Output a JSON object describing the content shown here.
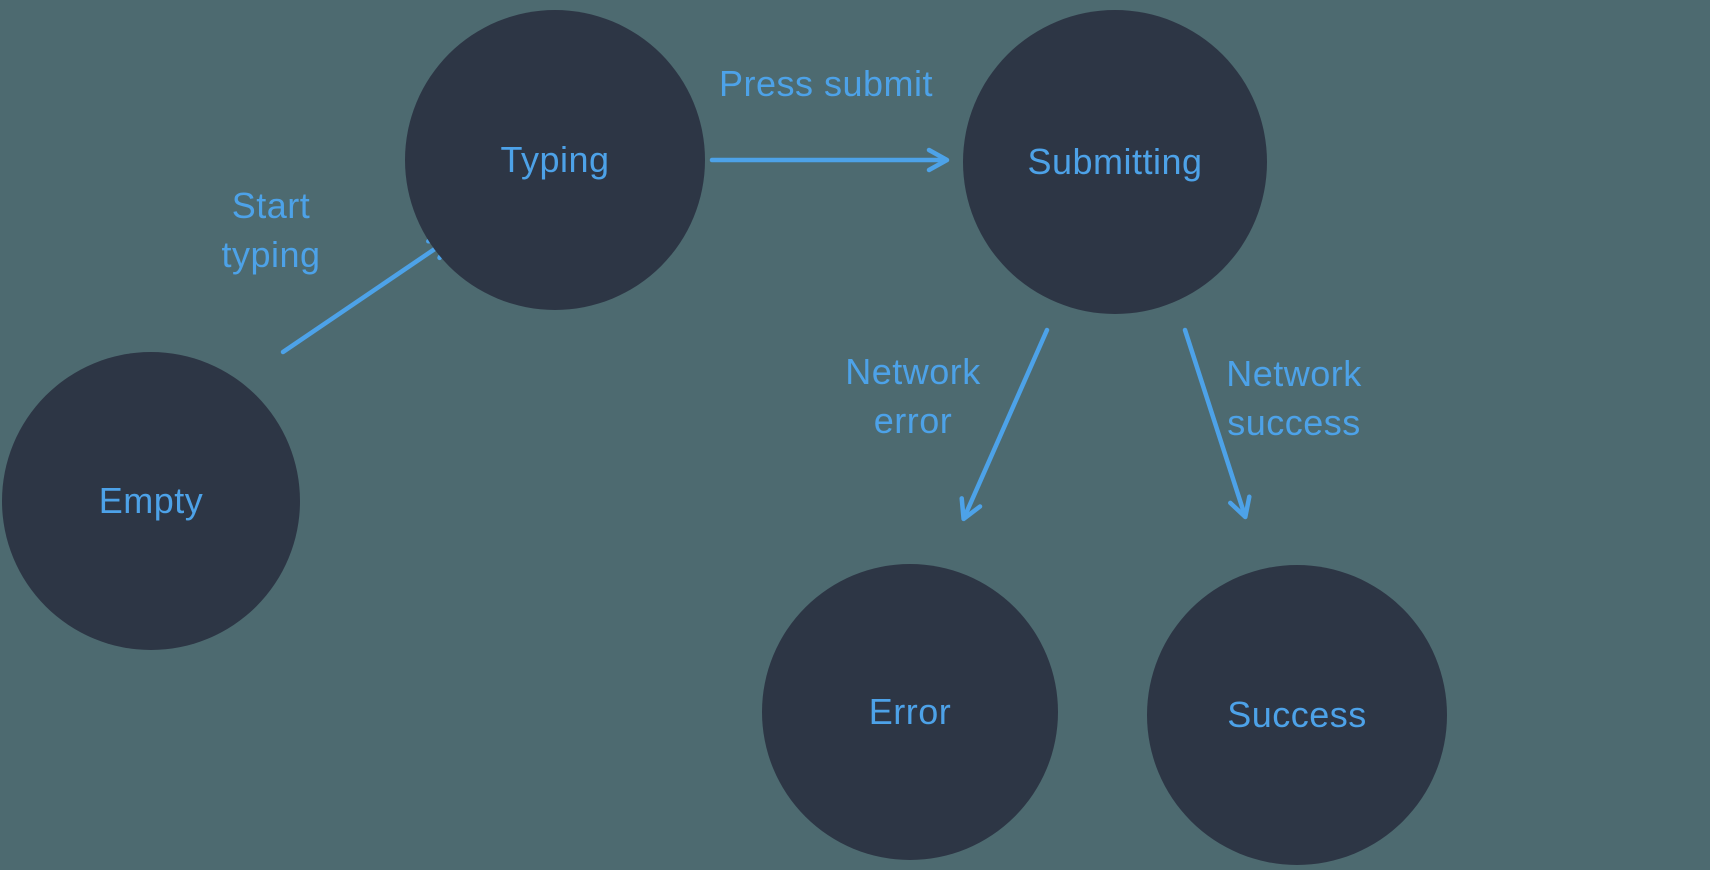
{
  "colors": {
    "background": "#4d6a70",
    "node": "#2d3645",
    "accent": "#4da2e8"
  },
  "diagram": {
    "type": "state-machine"
  },
  "nodes": [
    {
      "id": "empty",
      "label": "Empty"
    },
    {
      "id": "typing",
      "label": "Typing"
    },
    {
      "id": "submitting",
      "label": "Submitting"
    },
    {
      "id": "error",
      "label": "Error"
    },
    {
      "id": "success",
      "label": "Success"
    }
  ],
  "edges": [
    {
      "id": "start-typing",
      "label": "Start typing",
      "from": "empty",
      "to": "typing"
    },
    {
      "id": "press-submit",
      "label": "Press submit",
      "from": "typing",
      "to": "submitting"
    },
    {
      "id": "network-error",
      "label": "Network error",
      "from": "submitting",
      "to": "error"
    },
    {
      "id": "network-success",
      "label": "Network success",
      "from": "submitting",
      "to": "success"
    }
  ]
}
